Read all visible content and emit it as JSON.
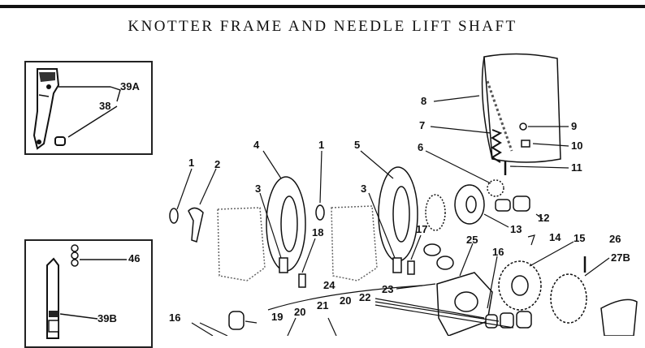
{
  "title": "KNOTTER FRAME AND NEEDLE LIFT SHAFT",
  "labels": {
    "p1a": "1",
    "p1b": "1",
    "p2": "2",
    "p3a": "3",
    "p3b": "3",
    "p4": "4",
    "p5": "5",
    "p6": "6",
    "p7": "7",
    "p8": "8",
    "p9": "9",
    "p10": "10",
    "p11": "11",
    "p12": "12",
    "p13": "13",
    "p14": "14",
    "p15": "15",
    "p16a": "16",
    "p16b": "16",
    "p17": "17",
    "p18": "18",
    "p19": "19",
    "p20a": "20",
    "p20b": "20",
    "p21": "21",
    "p22": "22",
    "p23": "23",
    "p24": "24",
    "p25": "25",
    "p26": "26",
    "p27b": "27B",
    "p38": "38",
    "p39a": "39A",
    "p39b": "39B",
    "p46": "46"
  }
}
